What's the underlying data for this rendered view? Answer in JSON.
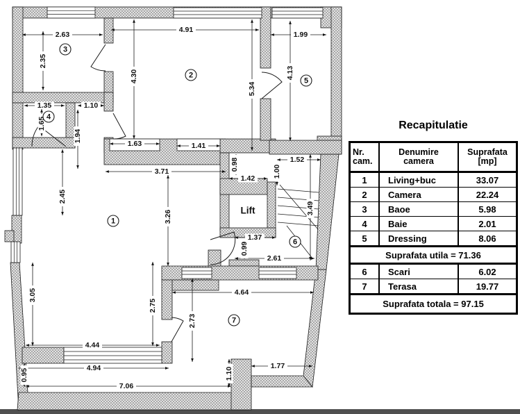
{
  "plan": {
    "lift_label": "Lift",
    "rooms": {
      "r1": "1",
      "r2": "2",
      "r3": "3",
      "r4": "4",
      "r5": "5",
      "r6": "6",
      "r7": "7"
    },
    "dims": {
      "room3_width": "2.63",
      "room3_height": "2.35",
      "room4_width": "1.35",
      "room4_height": "1.65",
      "hall_width": "1.10",
      "hall_height": "1.94",
      "room2_width": "4.91",
      "room2_height_left": "4.30",
      "room2_height_right": "5.34",
      "room2_opening_left": "1.63",
      "room2_opening_right": "1.41",
      "room5_width": "1.99",
      "room5_height": "4.13",
      "room1_width": "3.71",
      "room1_height": "3.26",
      "corridor_height": "2.45",
      "room1_left_height": "3.05",
      "room1_bottom_inner": "4.44",
      "room1_bottom_outer": "4.94",
      "strip_height": "0.95",
      "total_width": "7.06",
      "shaft_height": "0.98",
      "shaft_width": "1.42",
      "stair_top_width": "1.52",
      "stair_top_height": "1.00",
      "stair_height": "3.49",
      "hall2_width": "1.37",
      "hall2_height": "0.99",
      "hall2_total": "2.61",
      "room1_right_height": "2.75",
      "room7_left_height": "2.73",
      "room7_width": "4.64",
      "terrace_opening": "1.77",
      "terrace_step": "1.10"
    }
  },
  "summary_table": {
    "title": "Recapitulatie",
    "header": {
      "col1_line1": "Nr.",
      "col1_line2": "cam.",
      "col2_line1": "Denumire",
      "col2_line2": "camera",
      "col3_line1": "Suprafata",
      "col3_line2": "[mp]"
    },
    "rows_main": [
      {
        "nr": "1",
        "name": "Living+buc",
        "area": "33.07"
      },
      {
        "nr": "2",
        "name": "Camera",
        "area": "22.24"
      },
      {
        "nr": "3",
        "name": "Baoe",
        "area": "5.98"
      },
      {
        "nr": "4",
        "name": "Baie",
        "area": "2.01"
      },
      {
        "nr": "5",
        "name": "Dressing",
        "area": "8.06"
      }
    ],
    "subtotal": "Suprafata utila = 71.36",
    "rows_extra": [
      {
        "nr": "6",
        "name": "Scari",
        "area": "6.02"
      },
      {
        "nr": "7",
        "name": "Terasa",
        "area": "19.77"
      }
    ],
    "total": "Suprafata totala = 97.15"
  }
}
